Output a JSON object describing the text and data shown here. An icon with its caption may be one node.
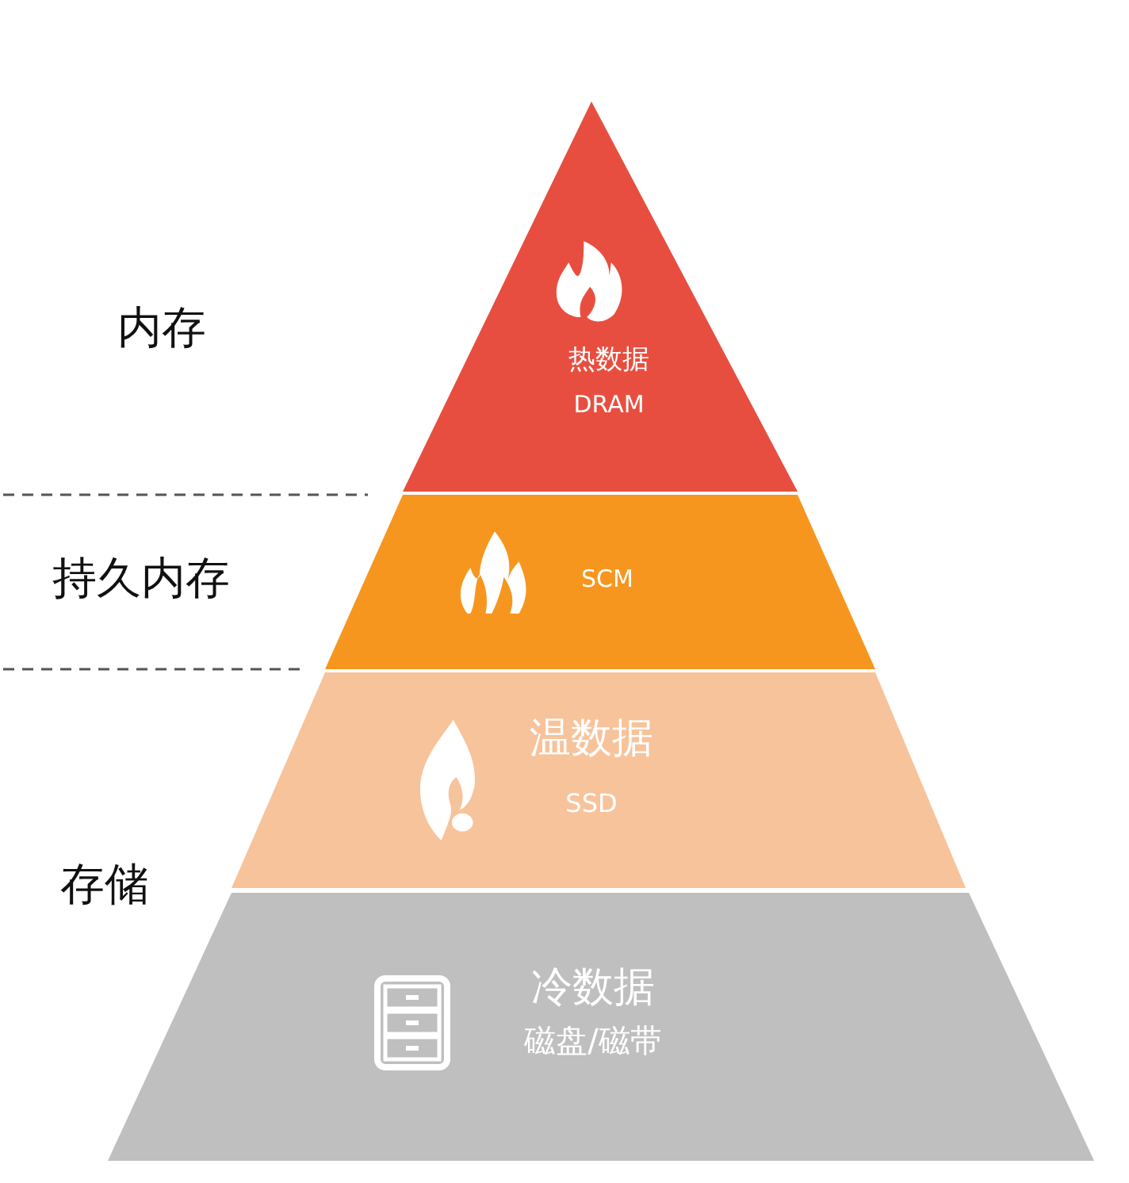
{
  "diagram": {
    "nodes": [
      {
        "text": [
          "热数据",
          "DRAM"
        ]
      },
      {
        "text": [
          "SCM"
        ]
      },
      {
        "text": [
          "温数据",
          "SSD"
        ]
      },
      {
        "text": [
          "冷数据",
          "磁盘/磁带"
        ]
      }
    ],
    "labels": [
      "内存",
      "持久内存",
      "存储"
    ]
  }
}
